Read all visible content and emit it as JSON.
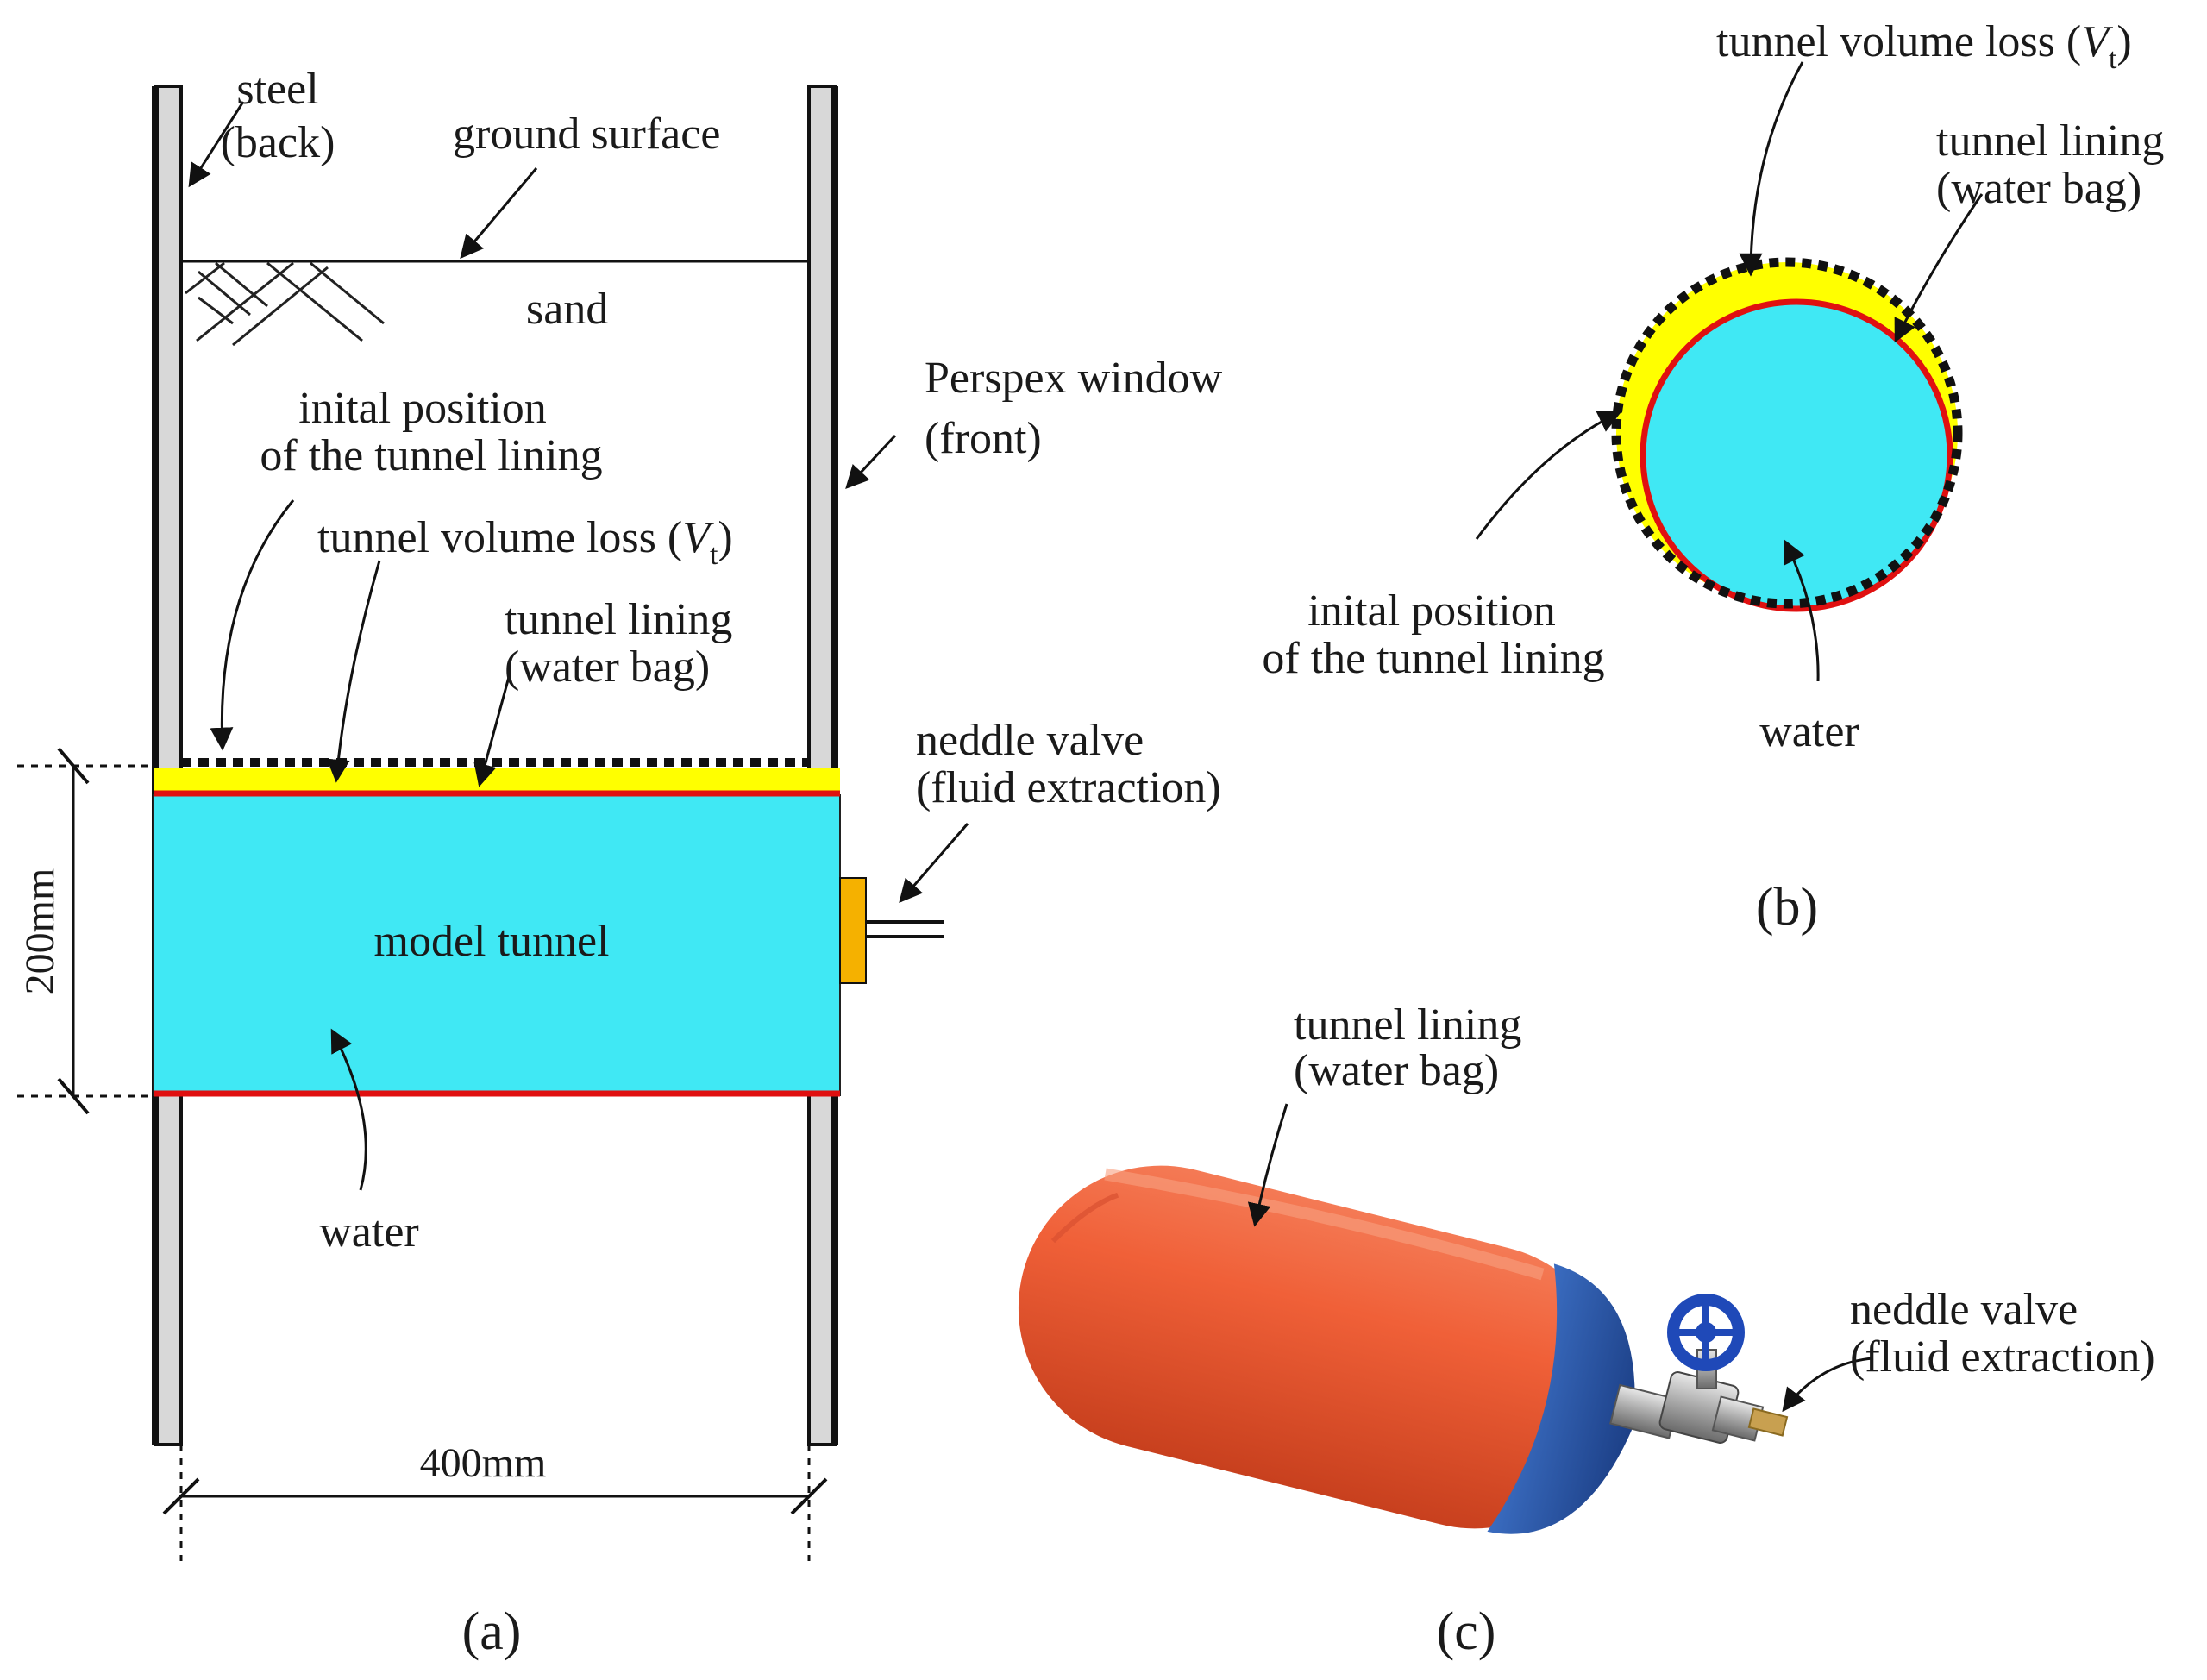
{
  "panel_a": {
    "steel": [
      "steel",
      "(back)"
    ],
    "ground_surface": "ground surface",
    "sand": "sand",
    "perspex": [
      "Perspex window",
      "(front)"
    ],
    "initial_position": [
      "inital position",
      "of the tunnel lining"
    ],
    "volume_loss": {
      "text": "tunnel volume loss (",
      "symbol": "V",
      "subscript": "t",
      "close": ")"
    },
    "lining": [
      "tunnel lining",
      "(water bag)"
    ],
    "valve": [
      "neddle valve",
      "(fluid extraction)"
    ],
    "model_tunnel": "model tunnel",
    "water": "water",
    "dim_height": "200mm",
    "dim_width": "400mm",
    "caption": "(a)"
  },
  "panel_b": {
    "volume_loss": {
      "text": "tunnel volume loss (",
      "symbol": "V",
      "subscript": "t",
      "close": ")"
    },
    "lining": [
      "tunnel lining",
      "(water bag)"
    ],
    "initial_position": [
      "inital position",
      "of the tunnel lining"
    ],
    "water": "water",
    "caption": "(b)"
  },
  "panel_c": {
    "lining": [
      "tunnel lining",
      "(water bag)"
    ],
    "valve": [
      "neddle valve",
      "(fluid extraction)"
    ],
    "caption": "(c)"
  },
  "colors": {
    "water": "#40e8f4",
    "lining_gap": "#ffff00",
    "lining_line": "#e01010",
    "steel": "#d8d8d8",
    "valve_block": "#f5b100",
    "bag_orange": "#f06038",
    "bag_blue": "#2a5aa8",
    "handwheel": "#1f49b8"
  }
}
